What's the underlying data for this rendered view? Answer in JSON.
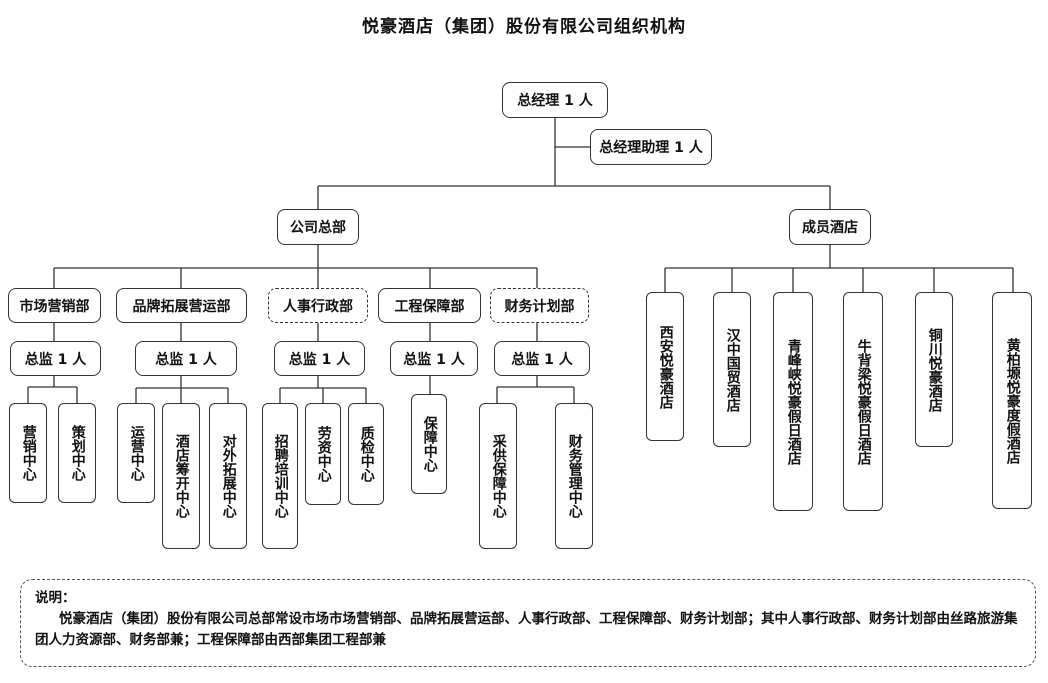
{
  "title": "悦豪酒店（集团）股份有限公司组织机构",
  "top": {
    "gm": "总经理 1 人",
    "gm_assistant": "总经理助理 1 人"
  },
  "branches": {
    "hq": "公司总部",
    "members": "成员酒店"
  },
  "departments": [
    {
      "name": "市场营销部",
      "head": "总监 1 人",
      "centers": [
        "营销中心",
        "策划中心"
      ],
      "dashed": false
    },
    {
      "name": "品牌拓展营运部",
      "head": "总监 1 人",
      "centers": [
        "运营中心",
        "酒店筹开中心",
        "对外拓展中心"
      ],
      "dashed": false
    },
    {
      "name": "人事行政部",
      "head": "总监 1 人",
      "centers": [
        "招聘培训中心",
        "劳资中心",
        "质检中心"
      ],
      "dashed": true
    },
    {
      "name": "工程保障部",
      "head": "总监 1 人",
      "centers": [
        "保障中心"
      ],
      "dashed": false
    },
    {
      "name": "财务计划部",
      "head": "总监 1 人",
      "centers": [
        "采供保障中心",
        "财务管理中心"
      ],
      "dashed": true
    }
  ],
  "hotels": [
    "西安悦豪酒店",
    "汉中国贸酒店",
    "青峰峡悦豪假日酒店",
    "牛背梁悦豪假日酒店",
    "铜川悦豪酒店",
    "黄柏塬悦豪度假酒店"
  ],
  "note": {
    "label": "说明：",
    "text": "悦豪酒店（集团）股份有限公司总部常设市场市场营销部、品牌拓展营运部、人事行政部、工程保障部、财务计划部；其中人事行政部、财务计划部由丝路旅游集团人力资源部、财务部兼；工程保障部由西部集团工程部兼"
  }
}
